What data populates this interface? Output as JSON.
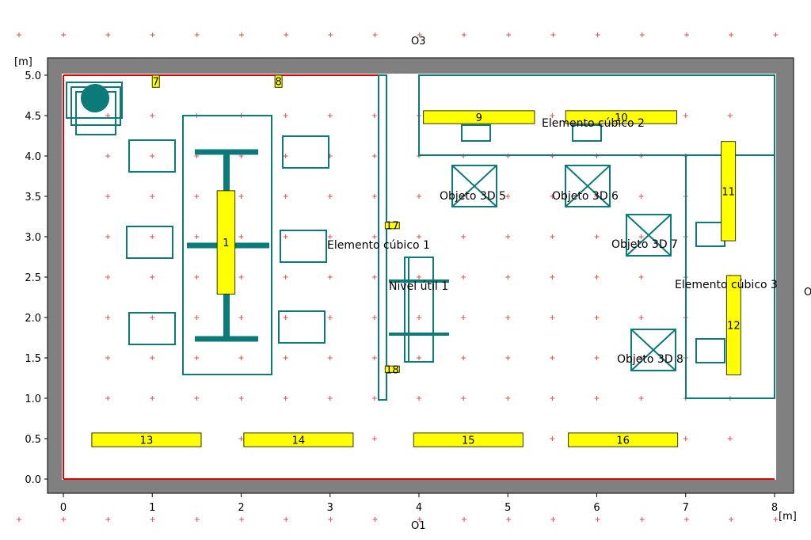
{
  "axes": {
    "unit_x": "[m]",
    "unit_y": "[m]",
    "x_ticks": [
      "0",
      "1",
      "2",
      "3",
      "4",
      "5",
      "6",
      "7",
      "8"
    ],
    "y_ticks": [
      "0.0",
      "0.5",
      "1.0",
      "1.5",
      "2.0",
      "2.5",
      "3.0",
      "3.5",
      "4.0",
      "4.5",
      "5.0"
    ],
    "xlim": [
      0,
      8
    ],
    "ylim": [
      0,
      5
    ]
  },
  "observers": {
    "top": "O3",
    "bottom": "O1",
    "right": "O"
  },
  "colors": {
    "frame": "#808080",
    "boundary": "#e00000",
    "object": "#0b7a78",
    "marker_fill": "#ffff00",
    "marker_stroke": "#333300",
    "grid_cross": "#e05050"
  },
  "elements": {
    "cube1": {
      "label": "Elemento cúbico 1"
    },
    "cube2": {
      "label": "Elemento cúbico 2"
    },
    "cube3": {
      "label": "Elemento cúbico 3"
    },
    "obj5": {
      "label": "Objeto 3D 5"
    },
    "obj6": {
      "label": "Objeto 3D 6"
    },
    "obj7": {
      "label": "Objeto 3D 7"
    },
    "obj8": {
      "label": "Objeto 3D 8"
    },
    "nivel": {
      "label": "Nivel útil 1"
    }
  },
  "markers": [
    {
      "id": "1",
      "label": "1",
      "x0": 1.73,
      "x1": 1.93,
      "y0": 2.29,
      "y1": 3.57
    },
    {
      "id": "7",
      "label": "7",
      "x0": 1.0,
      "x1": 1.08,
      "y0": 4.85,
      "y1": 5.0
    },
    {
      "id": "8",
      "label": "8",
      "x0": 2.38,
      "x1": 2.46,
      "y0": 4.85,
      "y1": 5.0
    },
    {
      "id": "9",
      "label": "9",
      "x0": 4.05,
      "x1": 5.3,
      "y0": 4.4,
      "y1": 4.56
    },
    {
      "id": "10",
      "label": "10",
      "x0": 5.65,
      "x1": 6.9,
      "y0": 4.4,
      "y1": 4.56
    },
    {
      "id": "11",
      "label": "11",
      "x0": 7.4,
      "x1": 7.56,
      "y0": 2.95,
      "y1": 4.18
    },
    {
      "id": "12",
      "label": "12",
      "x0": 7.46,
      "x1": 7.62,
      "y0": 1.29,
      "y1": 2.52
    },
    {
      "id": "13",
      "label": "13",
      "x0": 0.32,
      "x1": 1.55,
      "y0": 0.4,
      "y1": 0.57
    },
    {
      "id": "14",
      "label": "14",
      "x0": 2.03,
      "x1": 3.26,
      "y0": 0.4,
      "y1": 0.57
    },
    {
      "id": "15",
      "label": "15",
      "x0": 3.94,
      "x1": 5.17,
      "y0": 0.4,
      "y1": 0.57
    },
    {
      "id": "16",
      "label": "16",
      "x0": 5.68,
      "x1": 6.91,
      "y0": 0.4,
      "y1": 0.57
    },
    {
      "id": "17",
      "label": "17",
      "x0": 3.62,
      "x1": 3.78,
      "y0": 3.1,
      "y1": 3.18
    },
    {
      "id": "18",
      "label": "18",
      "x0": 3.62,
      "x1": 3.78,
      "y0": 1.32,
      "y1": 1.4
    }
  ]
}
